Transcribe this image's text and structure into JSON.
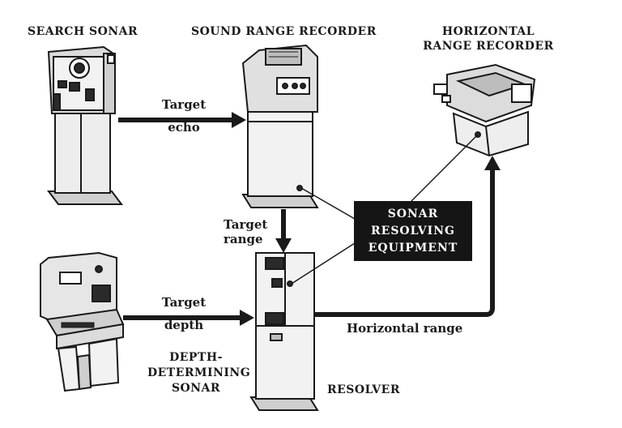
{
  "labels": {
    "search_sonar": "SEARCH SONAR",
    "sound_range_recorder": "SOUND RANGE RECORDER",
    "horizontal_range_recorder_line1": "HORIZONTAL",
    "horizontal_range_recorder_line2": "RANGE RECORDER",
    "depth_sonar_line1": "DEPTH-",
    "depth_sonar_line2": "DETERMINING",
    "depth_sonar_line3": "SONAR",
    "resolver": "RESOLVER",
    "sonar_resolving_line1": "SONAR",
    "sonar_resolving_line2": "RESOLVING",
    "sonar_resolving_line3": "EQUIPMENT"
  },
  "arrows": {
    "target_echo_line1": "Target",
    "target_echo_line2": "echo",
    "target_range_line1": "Target",
    "target_range_line2": "range",
    "target_depth_line1": "Target",
    "target_depth_line2": "depth",
    "horizontal_range": "Horizontal range"
  },
  "colors": {
    "ink": "#1a1a1a",
    "box": "#151515",
    "paper": "#ffffff",
    "metal": "#e4e4e4"
  }
}
